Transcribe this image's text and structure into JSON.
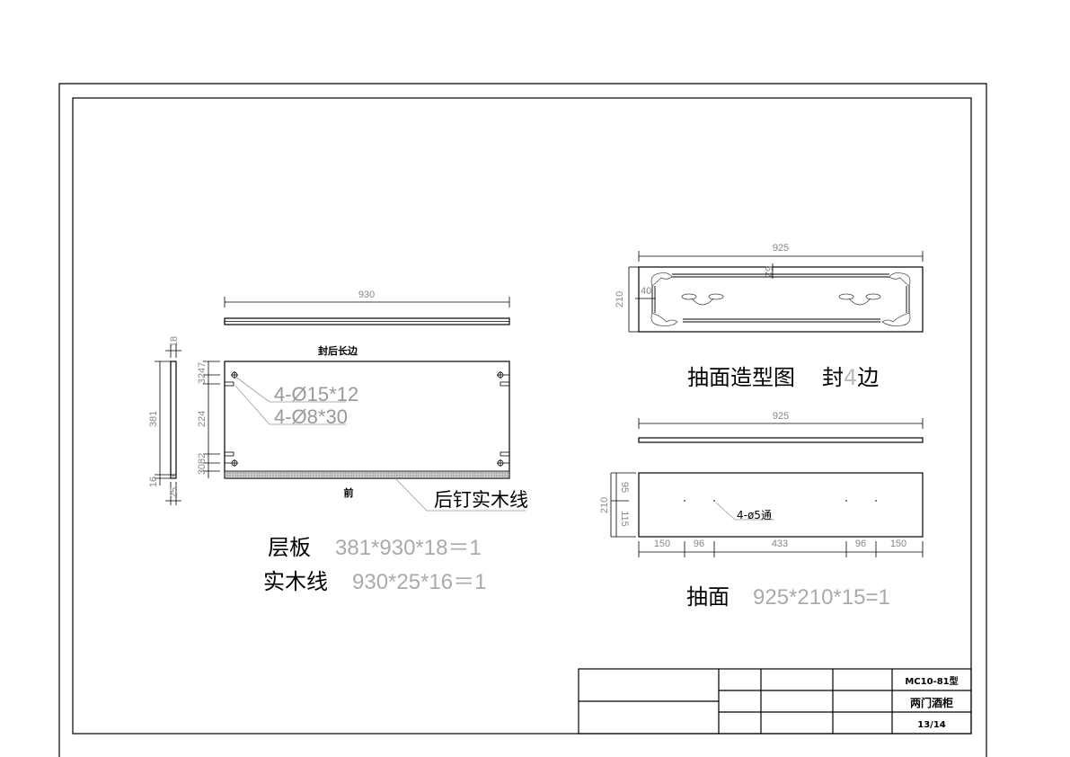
{
  "shelf": {
    "width_dim": "930",
    "top_note": "封后长边",
    "front_note": "前",
    "dim_top": "3247",
    "dim_mid": "224",
    "dim_bottom": "3082",
    "hole_note_1": "4-Ø15*12",
    "hole_note_2": "4-Ø8*30",
    "strip_note": "后钉实木线",
    "side_dims": {
      "thickness": "18",
      "depth": "381",
      "strip_t": "16",
      "strip_w": "25"
    },
    "label_1": "层板",
    "spec_1": "381*930*18＝1",
    "label_2": "实木线",
    "spec_2": "930*25*16＝1"
  },
  "drawer_design": {
    "width_dim": "925",
    "height_dim": "210",
    "inset_dim": "40",
    "top_inset_dim": "52",
    "title": "抽面造型图",
    "edge_prefix": "封",
    "edge_count": "4",
    "edge_suffix": "边"
  },
  "drawer_front": {
    "width_dim": "925",
    "height_dim": "210",
    "upper_dim": "95",
    "lower_dim": "115",
    "hole_note": "4-ø5通",
    "spacing": [
      "150",
      "96",
      "433",
      "96",
      "150"
    ],
    "label": "抽面",
    "spec": "925*210*15=1"
  },
  "title_block": {
    "model": "MC10-81型",
    "name": "两门酒柜",
    "sheet": "13/14"
  }
}
